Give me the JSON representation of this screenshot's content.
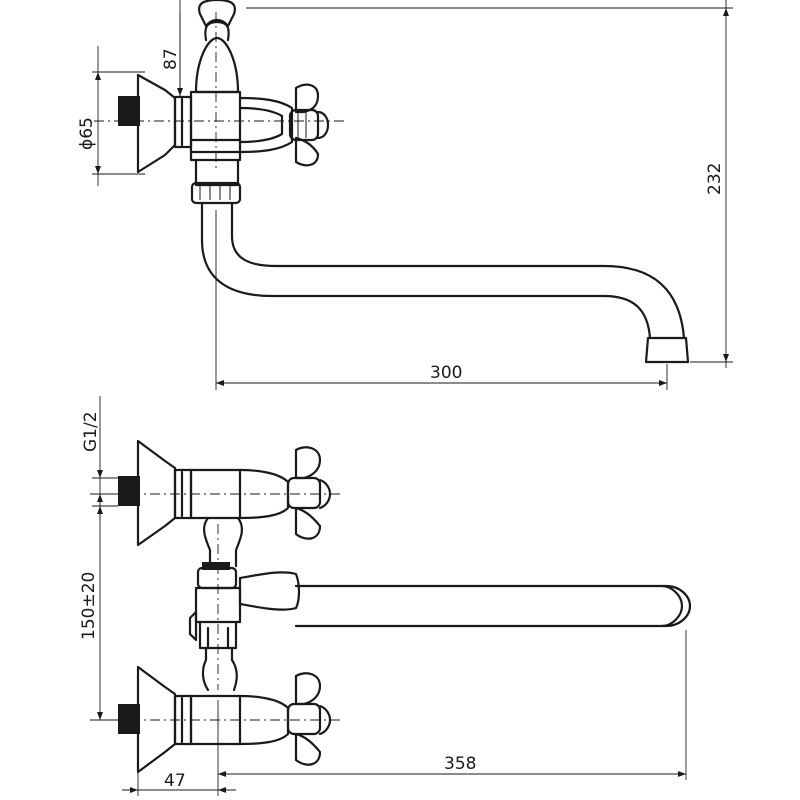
{
  "dimensions": {
    "side_view": {
      "height_87": "87",
      "diameter_65": "ϕ65",
      "total_height_232": "232",
      "spout_reach_300": "300"
    },
    "front_view": {
      "thread_g12": "G1/2",
      "center_distance": "150±20",
      "offset_47": "47",
      "spout_length_358": "358"
    }
  }
}
